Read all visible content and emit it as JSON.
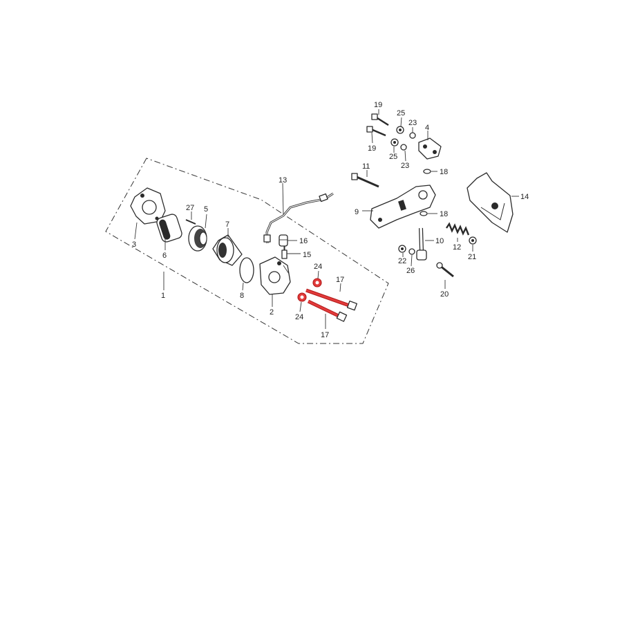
{
  "callouts": {
    "c1": "1",
    "c2": "2",
    "c3": "3",
    "c4": "4",
    "c5": "5",
    "c6": "6",
    "c7": "7",
    "c8": "8",
    "c9": "9",
    "c10": "10",
    "c11": "11",
    "c12": "12",
    "c13": "13",
    "c14": "14",
    "c15": "15",
    "c16": "16",
    "c17a": "17",
    "c17b": "17",
    "c18a": "18",
    "c18b": "18",
    "c19a": "19",
    "c19b": "19",
    "c20": "20",
    "c21": "21",
    "c22": "22",
    "c23a": "23",
    "c23b": "23",
    "c24a": "24",
    "c24b": "24",
    "c25a": "25",
    "c25b": "25",
    "c26": "26",
    "c27": "27"
  },
  "highlight_color": "#e23b3b",
  "highlighted_parts": [
    "17",
    "24"
  ]
}
